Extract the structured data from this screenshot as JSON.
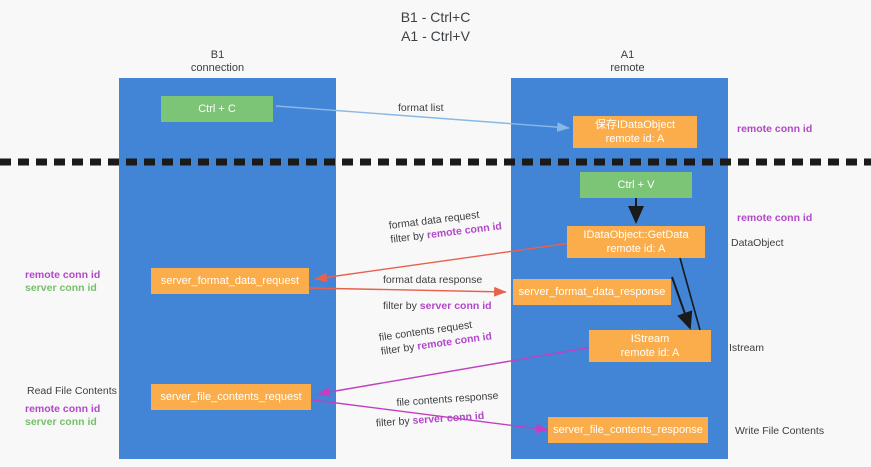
{
  "title": {
    "line1": "B1 - Ctrl+C",
    "line2": "A1 - Ctrl+V"
  },
  "lanes": [
    {
      "id": "b1",
      "name": "B1",
      "subtitle": "connection"
    },
    {
      "id": "a1",
      "name": "A1",
      "subtitle": "remote"
    }
  ],
  "nodes": {
    "ctrl_c": {
      "label": "Ctrl + C"
    },
    "ctrl_v": {
      "label": "Ctrl + V"
    },
    "save_dataobject": {
      "line1": "保存IDataObject",
      "line2": "remote id: A"
    },
    "getdata": {
      "line1": "IDataObject::GetData",
      "line2": "remote id: A"
    },
    "istream": {
      "line1": "IStream",
      "line2": "remote id: A"
    },
    "server_format_data_request": {
      "label": "server_format_data_request"
    },
    "server_format_data_response": {
      "label": "server_format_data_response"
    },
    "server_file_contents_request": {
      "label": "server_file_contents_request"
    },
    "server_file_contents_response": {
      "label": "server_file_contents_response"
    }
  },
  "edges": {
    "format_list": {
      "label": "format list"
    },
    "format_data_request": {
      "label": "format data request",
      "filter_prefix": "filter by ",
      "filter_tag": "remote conn id"
    },
    "format_data_response": {
      "label": "format data response",
      "filter_prefix": "filter by ",
      "filter_tag": "server conn id"
    },
    "file_contents_request": {
      "label": "file contents request",
      "filter_prefix": "filter by ",
      "filter_tag": "remote conn id"
    },
    "file_contents_response": {
      "label": "file contents response",
      "filter_prefix": "filter by ",
      "filter_tag": "server conn id"
    }
  },
  "right_labels": {
    "remote_conn_id_top": "remote conn id",
    "remote_conn_id_mid": "remote conn id",
    "dataobject": "DataObject",
    "istream": "Istream",
    "write_file_contents": "Write File Contents"
  },
  "left_labels": {
    "remote_conn_id": "remote conn id",
    "server_conn_id": "server conn id",
    "read_file_contents": "Read File Contents",
    "remote_conn_id_2": "remote conn id",
    "server_conn_id_2": "server conn id"
  },
  "colors": {
    "lane": "#4285d6",
    "green_node": "#7cc576",
    "orange_node": "#fbad4b",
    "remote_tag": "#b347c9",
    "server_tag": "#76c06a",
    "format_list_edge": "#8ab8e6",
    "format_data_edge": "#e8614d",
    "file_contents_edge": "#c040c0",
    "divider": "#1a1a1a",
    "background": "#f8f8f8"
  }
}
